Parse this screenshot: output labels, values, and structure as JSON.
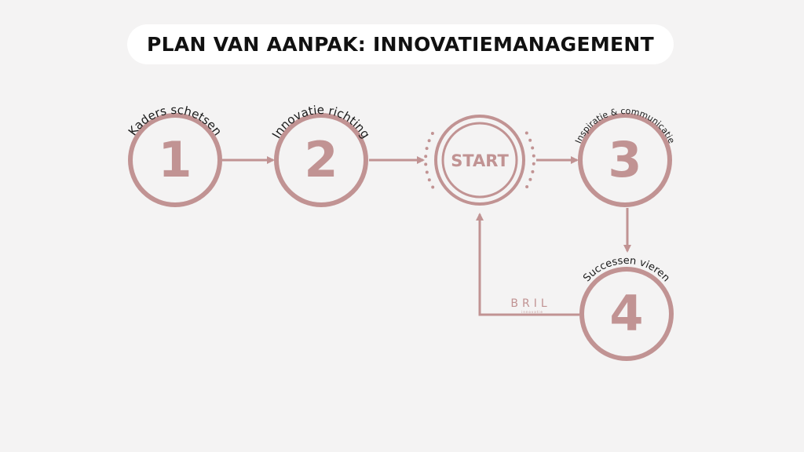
{
  "title": "PLAN VAN AANPAK: INNOVATIEMANAGEMENT",
  "colors": {
    "accent": "#c19393",
    "background": "#f4f3f3",
    "pill": "#ffffff",
    "text": "#111111"
  },
  "steps": [
    {
      "number": "1",
      "label": "Kaders schetsen"
    },
    {
      "number": "2",
      "label": "Innovatie richting"
    },
    {
      "number": "3",
      "label": "Inspiratie & communicatie"
    },
    {
      "number": "4",
      "label": "Successen vieren"
    }
  ],
  "start": {
    "label": "START"
  },
  "brand": {
    "logo": "BRIL",
    "tagline": "innovatie"
  }
}
